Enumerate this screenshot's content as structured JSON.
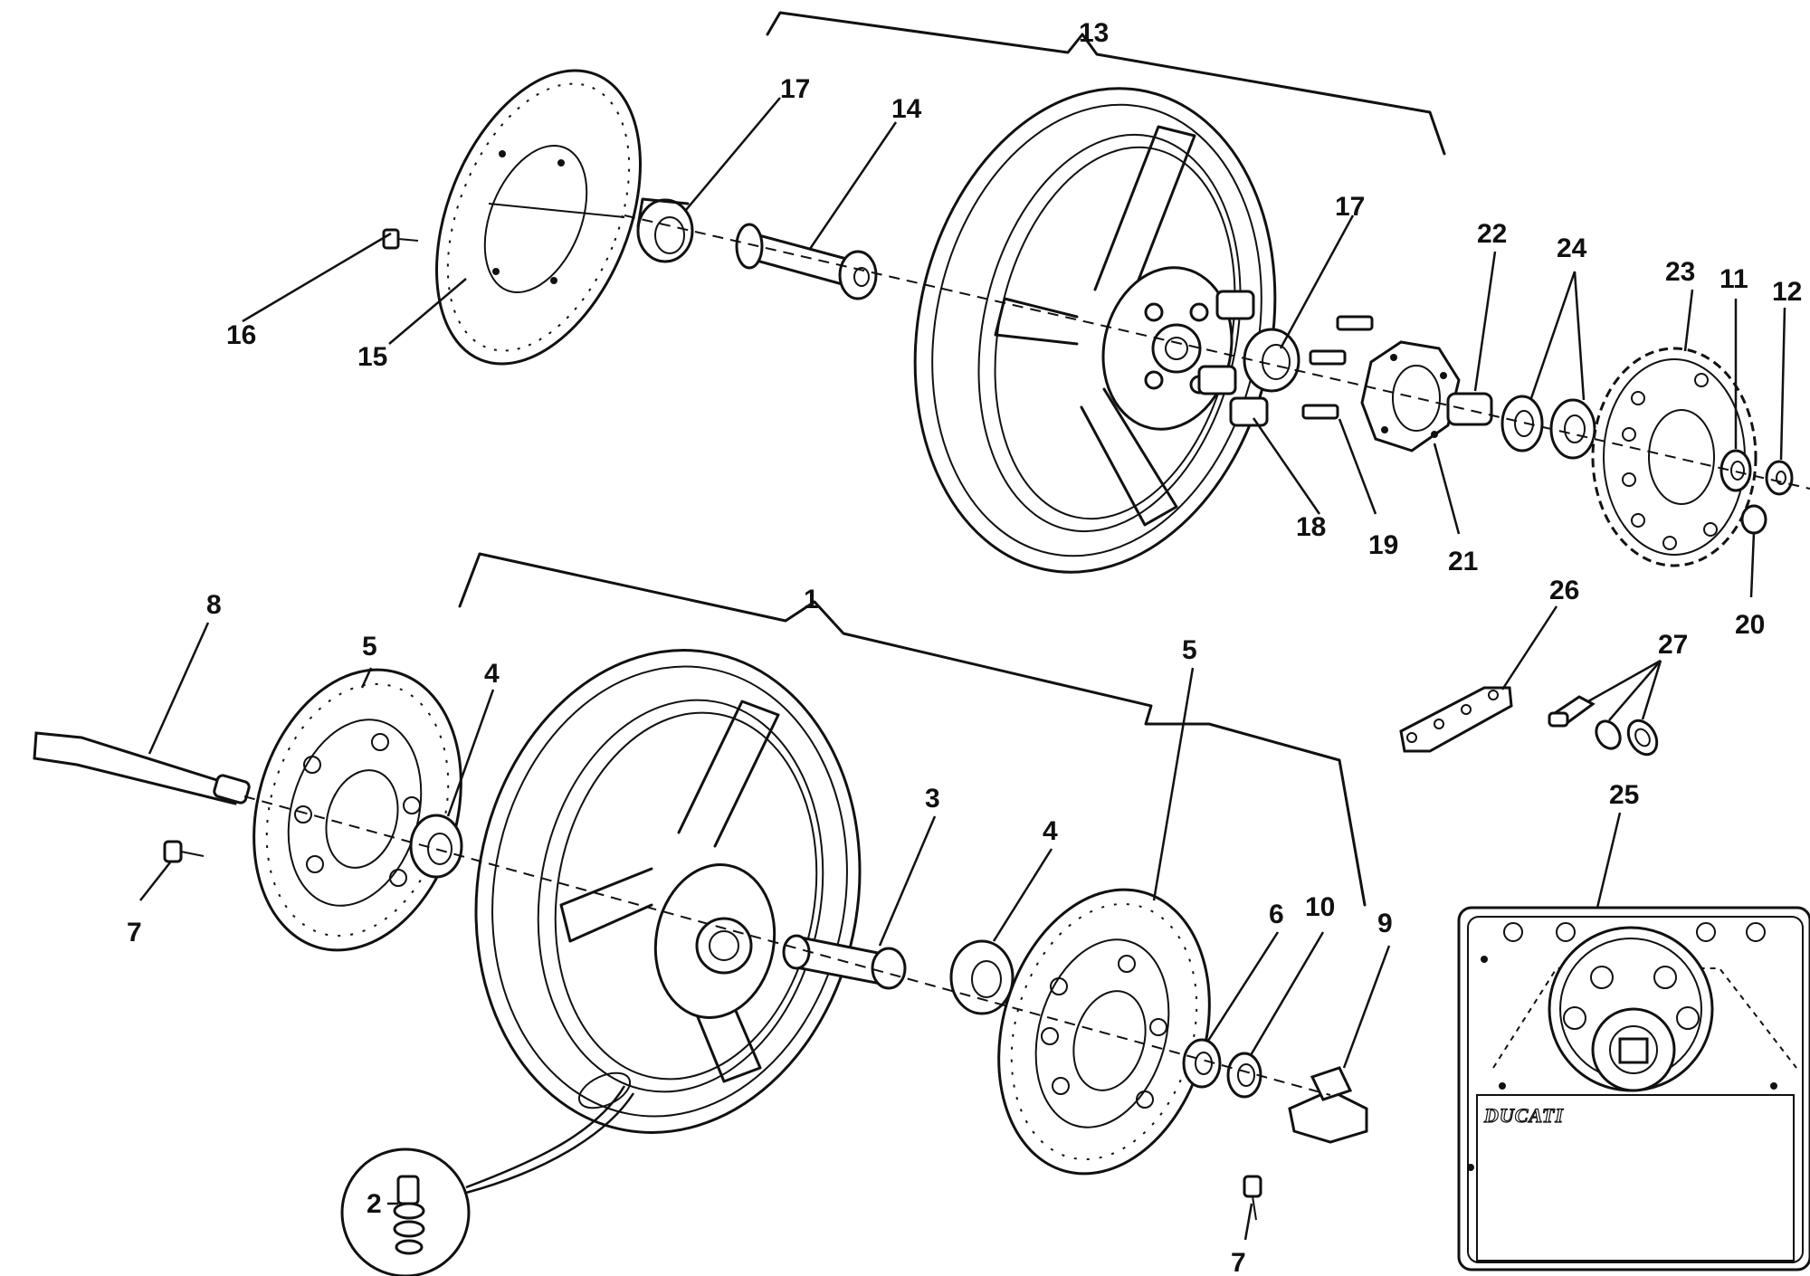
{
  "callouts": {
    "c1": "1",
    "c2": "2",
    "c3": "3",
    "c4a": "4",
    "c4b": "4",
    "c5a": "5",
    "c5b": "5",
    "c6": "6",
    "c7a": "7",
    "c7b": "7",
    "c8": "8",
    "c9": "9",
    "c10": "10",
    "c11": "11",
    "c12": "12",
    "c13": "13",
    "c14": "14",
    "c15": "15",
    "c16": "16",
    "c17a": "17",
    "c17b": "17",
    "c18": "18",
    "c19": "19",
    "c20": "20",
    "c21": "21",
    "c22": "22",
    "c23": "23",
    "c24": "24",
    "c25": "25",
    "c26": "26",
    "c27": "27"
  },
  "plate": {
    "brand": "DUCATI"
  }
}
